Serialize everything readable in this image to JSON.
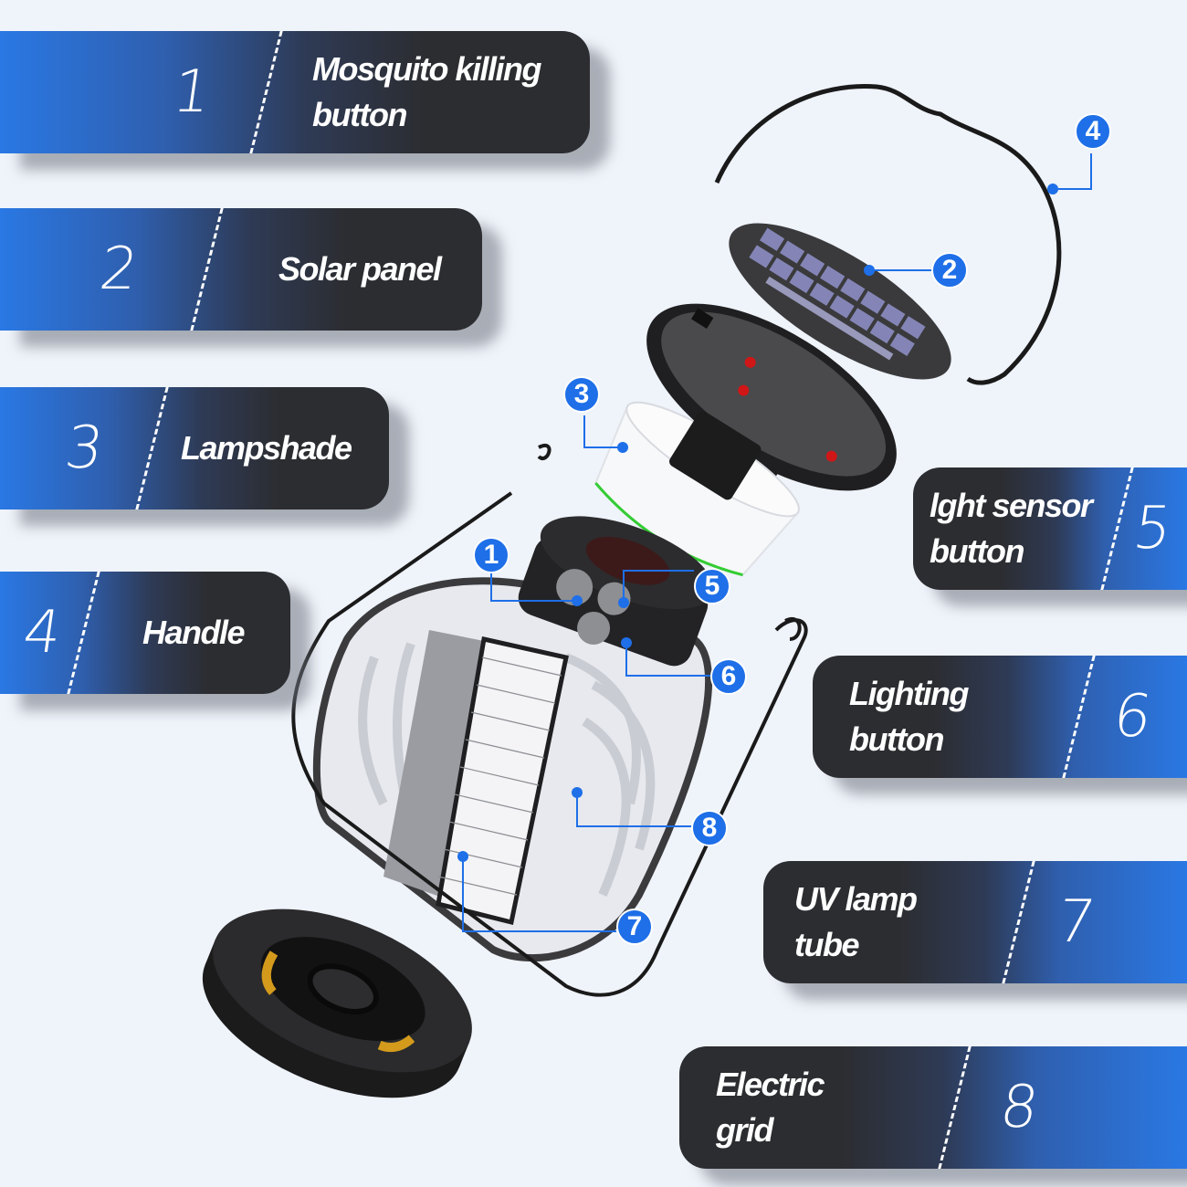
{
  "theme": {
    "background": "#eff3fa",
    "accent_blue": "#2a78e4",
    "label_dark": "#2c2d31",
    "callout_blue": "#1e6fe8"
  },
  "labels": [
    {
      "number": "1",
      "text_line1": "Mosquito killing",
      "text_line2": "button",
      "side": "left"
    },
    {
      "number": "2",
      "text_line1": "Solar panel",
      "text_line2": "",
      "side": "left"
    },
    {
      "number": "3",
      "text_line1": "Lampshade",
      "text_line2": "",
      "side": "left"
    },
    {
      "number": "4",
      "text_line1": "Handle",
      "text_line2": "",
      "side": "left"
    },
    {
      "number": "5",
      "text_line1": "lght sensor",
      "text_line2": "button",
      "side": "right"
    },
    {
      "number": "6",
      "text_line1": "Lighting",
      "text_line2": "button",
      "side": "right"
    },
    {
      "number": "7",
      "text_line1": "UV lamp",
      "text_line2": "tube",
      "side": "right"
    },
    {
      "number": "8",
      "text_line1": "Electric",
      "text_line2": "grid",
      "side": "right"
    }
  ],
  "callouts": [
    {
      "number": "1",
      "part": "mosquito-killing-button"
    },
    {
      "number": "2",
      "part": "solar-panel"
    },
    {
      "number": "3",
      "part": "lampshade"
    },
    {
      "number": "4",
      "part": "handle"
    },
    {
      "number": "5",
      "part": "light-sensor-button"
    },
    {
      "number": "6",
      "part": "lighting-button"
    },
    {
      "number": "7",
      "part": "uv-lamp-tube"
    },
    {
      "number": "8",
      "part": "electric-grid"
    }
  ]
}
